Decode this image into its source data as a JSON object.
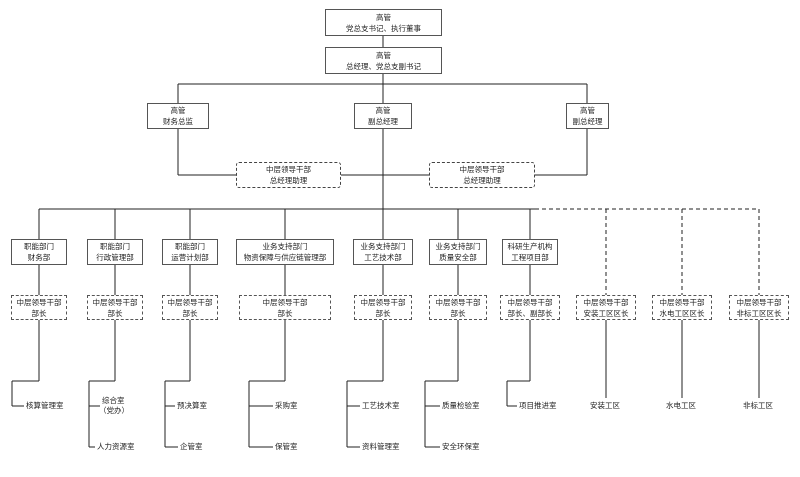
{
  "top": {
    "chair": {
      "l1": "高管",
      "l2": "党总支书记、执行董事"
    },
    "gm": {
      "l1": "高管",
      "l2": "总经理、党总支副书记"
    }
  },
  "vp": [
    {
      "l1": "高管",
      "l2": "财务总监"
    },
    {
      "l1": "高管",
      "l2": "副总经理"
    },
    {
      "l1": "高管",
      "l2": "副总经理"
    }
  ],
  "assistants": [
    {
      "l1": "中层领导干部",
      "l2": "总经理助理"
    },
    {
      "l1": "中层领导干部",
      "l2": "总经理助理"
    }
  ],
  "departments": [
    {
      "l1": "职能部门",
      "l2": "财务部"
    },
    {
      "l1": "职能部门",
      "l2": "行政管理部"
    },
    {
      "l1": "职能部门",
      "l2": "运营计划部"
    },
    {
      "l1": "业务支持部门",
      "l2": "物资保障与供应链管理部"
    },
    {
      "l1": "业务支持部门",
      "l2": "工艺技术部"
    },
    {
      "l1": "业务支持部门",
      "l2": "质量安全部"
    },
    {
      "l1": "科研生产机构",
      "l2": "工程项目部"
    }
  ],
  "managers": [
    {
      "l1": "中层领导干部",
      "l2": "部长"
    },
    {
      "l1": "中层领导干部",
      "l2": "部长"
    },
    {
      "l1": "中层领导干部",
      "l2": "部长"
    },
    {
      "l1": "中层领导干部",
      "l2": "部长"
    },
    {
      "l1": "中层领导干部",
      "l2": "部长"
    },
    {
      "l1": "中层领导干部",
      "l2": "部长"
    },
    {
      "l1": "中层领导干部",
      "l2": "部长、副部长"
    },
    {
      "l1": "中层领导干部",
      "l2": "安装工区区长"
    },
    {
      "l1": "中层领导干部",
      "l2": "水电工区区长"
    },
    {
      "l1": "中层领导干部",
      "l2": "非标工区区长"
    }
  ],
  "offices": {
    "finance": [
      "核算管理室"
    ],
    "admin": [
      "综合室",
      "（党办）",
      "人力资源室"
    ],
    "ops": [
      "预决算室",
      "企管室"
    ],
    "supply": [
      "采购室",
      "保管室"
    ],
    "tech": [
      "工艺技术室",
      "资料管理室"
    ],
    "quality": [
      "质量检验室",
      "安全环保室"
    ],
    "project": [
      "项目推进室"
    ],
    "zones": [
      "安装工区",
      "水电工区",
      "非标工区"
    ]
  }
}
